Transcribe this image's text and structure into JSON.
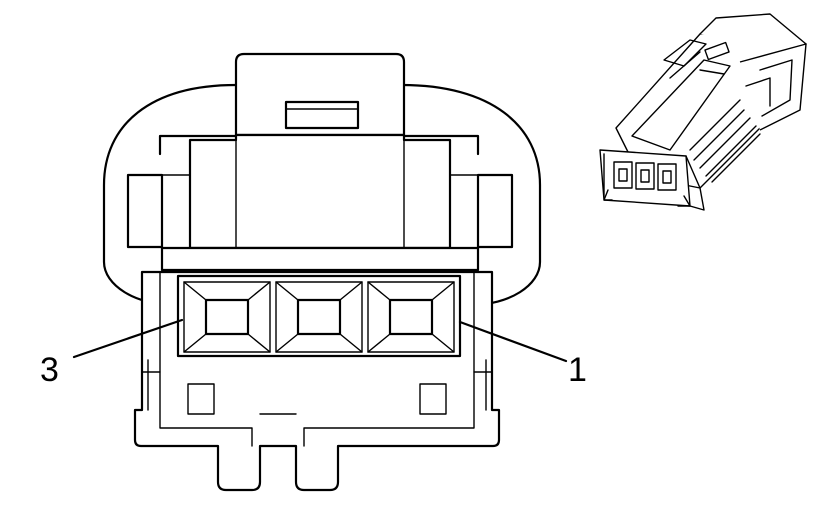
{
  "figure": {
    "kind": "connector-end-view",
    "line_color": "#000000",
    "background": "#ffffff"
  },
  "pin_labels": [
    {
      "id": "pin-3",
      "text": "3"
    },
    {
      "id": "pin-1",
      "text": "1"
    }
  ],
  "cavities": [
    {
      "id": "cavity-1"
    },
    {
      "id": "cavity-2"
    },
    {
      "id": "cavity-3"
    }
  ],
  "inset": {
    "description_icon": "connector-isometric-icon"
  }
}
